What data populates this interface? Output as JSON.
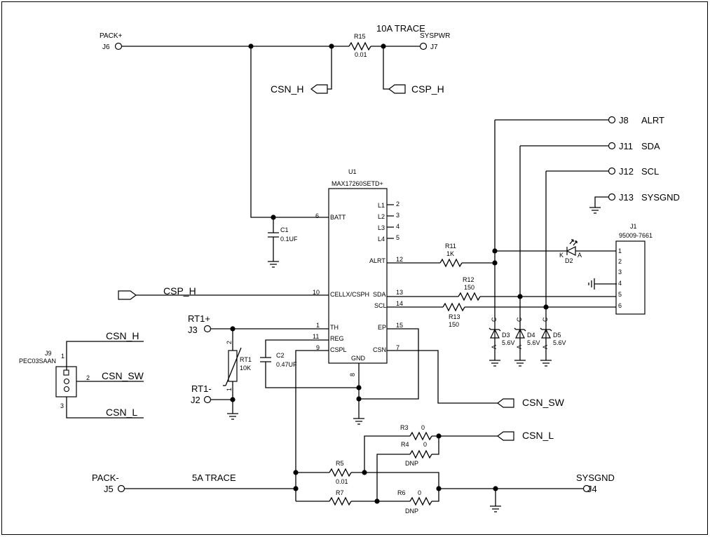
{
  "notes": {
    "trace_10a": "10A TRACE",
    "trace_5a": "5A TRACE"
  },
  "terminals": {
    "j6": {
      "ref": "J6",
      "net": "PACK+"
    },
    "j7": {
      "ref": "J7",
      "net": "SYSPWR"
    },
    "j8": {
      "ref": "J8",
      "net": "ALRT"
    },
    "j11": {
      "ref": "J11",
      "net": "SDA"
    },
    "j12": {
      "ref": "J12",
      "net": "SCL"
    },
    "j13": {
      "ref": "J13",
      "net": "SYSGND"
    },
    "j3": {
      "ref": "J3",
      "net": "RT1+"
    },
    "j2": {
      "ref": "J2",
      "net": "RT1-"
    },
    "j5": {
      "ref": "J5",
      "net": "PACK-"
    },
    "j4": {
      "ref": "J4",
      "net": "SYSGND"
    }
  },
  "netlabels": {
    "csn_h_top": "CSN_H",
    "csp_h_top": "CSP_H",
    "csp_h_left": "CSP_H",
    "csn_sw_right": "CSN_SW",
    "csn_l_right": "CSN_L",
    "j9_csn_h": "CSN_H",
    "j9_csn_sw": "CSN_SW",
    "j9_csn_l": "CSN_L"
  },
  "u1": {
    "ref": "U1",
    "part": "MAX17260SETD+",
    "pins": {
      "batt": {
        "name": "BATT",
        "num": "6"
      },
      "cellx": {
        "name": "CELLX/CSPH",
        "num": "10"
      },
      "th": {
        "name": "TH",
        "num": "1"
      },
      "reg": {
        "name": "REG",
        "num": "11"
      },
      "cspl": {
        "name": "CSPL",
        "num": "9"
      },
      "gnd": {
        "name": "GND",
        "num": "8"
      },
      "l1": {
        "name": "L1",
        "num": "2"
      },
      "l2": {
        "name": "L2",
        "num": "3"
      },
      "l3": {
        "name": "L3",
        "num": "4"
      },
      "l4": {
        "name": "L4",
        "num": "5"
      },
      "alrt": {
        "name": "ALRT",
        "num": "12"
      },
      "sda": {
        "name": "SDA",
        "num": "13"
      },
      "scl": {
        "name": "SCL",
        "num": "14"
      },
      "ep": {
        "name": "EP",
        "num": "15"
      },
      "csn": {
        "name": "CSN",
        "num": "7"
      }
    }
  },
  "components": {
    "r15": {
      "ref": "R15",
      "value": "0.01"
    },
    "c1": {
      "ref": "C1",
      "value": "0.1UF"
    },
    "c2": {
      "ref": "C2",
      "value": "0.47UF"
    },
    "rt1": {
      "ref": "RT1",
      "value": "10K",
      "pin_top": "2",
      "pin_bottom": "1"
    },
    "r11": {
      "ref": "R11",
      "value": "1K"
    },
    "r12": {
      "ref": "R12",
      "value": "150"
    },
    "r13": {
      "ref": "R13",
      "value": "150"
    },
    "d2": {
      "ref": "D2",
      "k": "K",
      "a": "A"
    },
    "d3": {
      "ref": "D3",
      "value": "5.6V",
      "c": "C",
      "a": "A"
    },
    "d4": {
      "ref": "D4",
      "value": "5.6V",
      "c": "C",
      "a": "A"
    },
    "d5": {
      "ref": "D5",
      "value": "5.6V",
      "c": "C",
      "a": "A"
    },
    "j1": {
      "ref": "J1",
      "part": "95009-7661",
      "pins": [
        "1",
        "2",
        "3",
        "4",
        "5",
        "6"
      ]
    },
    "j9": {
      "ref": "J9",
      "part": "PEC03SAAN",
      "pin1": "1",
      "pin2": "2",
      "pin3": "3"
    },
    "r3": {
      "ref": "R3",
      "value": "0"
    },
    "r4": {
      "ref": "R4",
      "value": "0",
      "note": "DNP"
    },
    "r5": {
      "ref": "R5",
      "value": "0.01"
    },
    "r7": {
      "ref": "R7"
    },
    "r6": {
      "ref": "R6",
      "value": "0",
      "note": "DNP"
    }
  }
}
